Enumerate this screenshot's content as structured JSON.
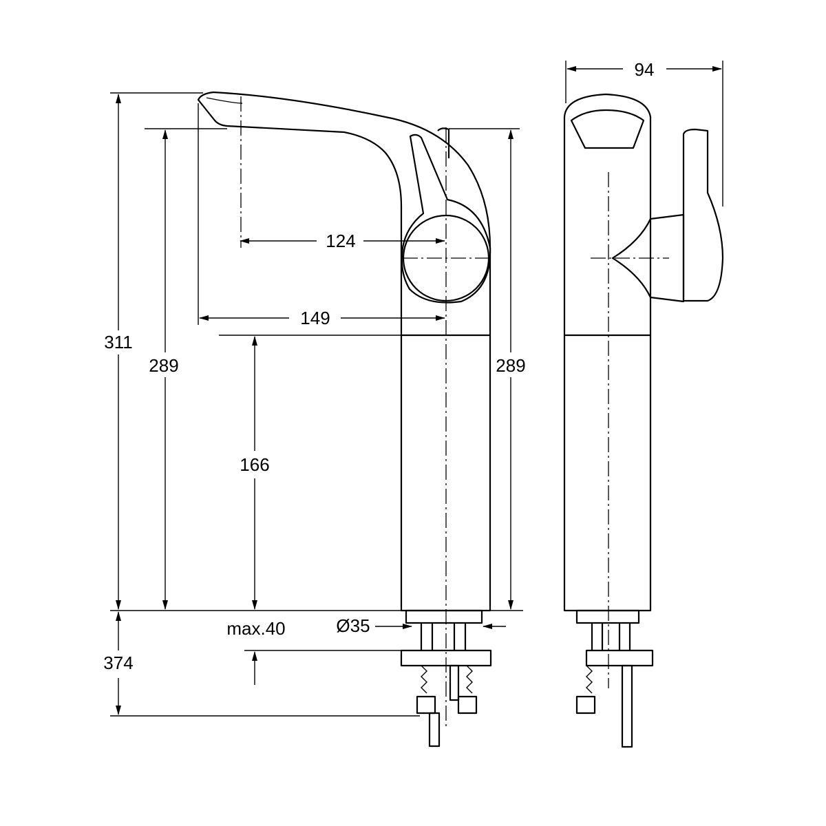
{
  "drawing": {
    "type": "technical dimension drawing, faucet side and front views",
    "dimensions": {
      "width_top": "94",
      "total_height": "311",
      "spout_height_left": "289",
      "spout_height_right": "289",
      "spout_reach_inner": "124",
      "spout_reach_outer": "149",
      "body_height": "166",
      "max_deck": "max.40",
      "hole_diameter": "Ø35",
      "hose_length": "374"
    }
  }
}
